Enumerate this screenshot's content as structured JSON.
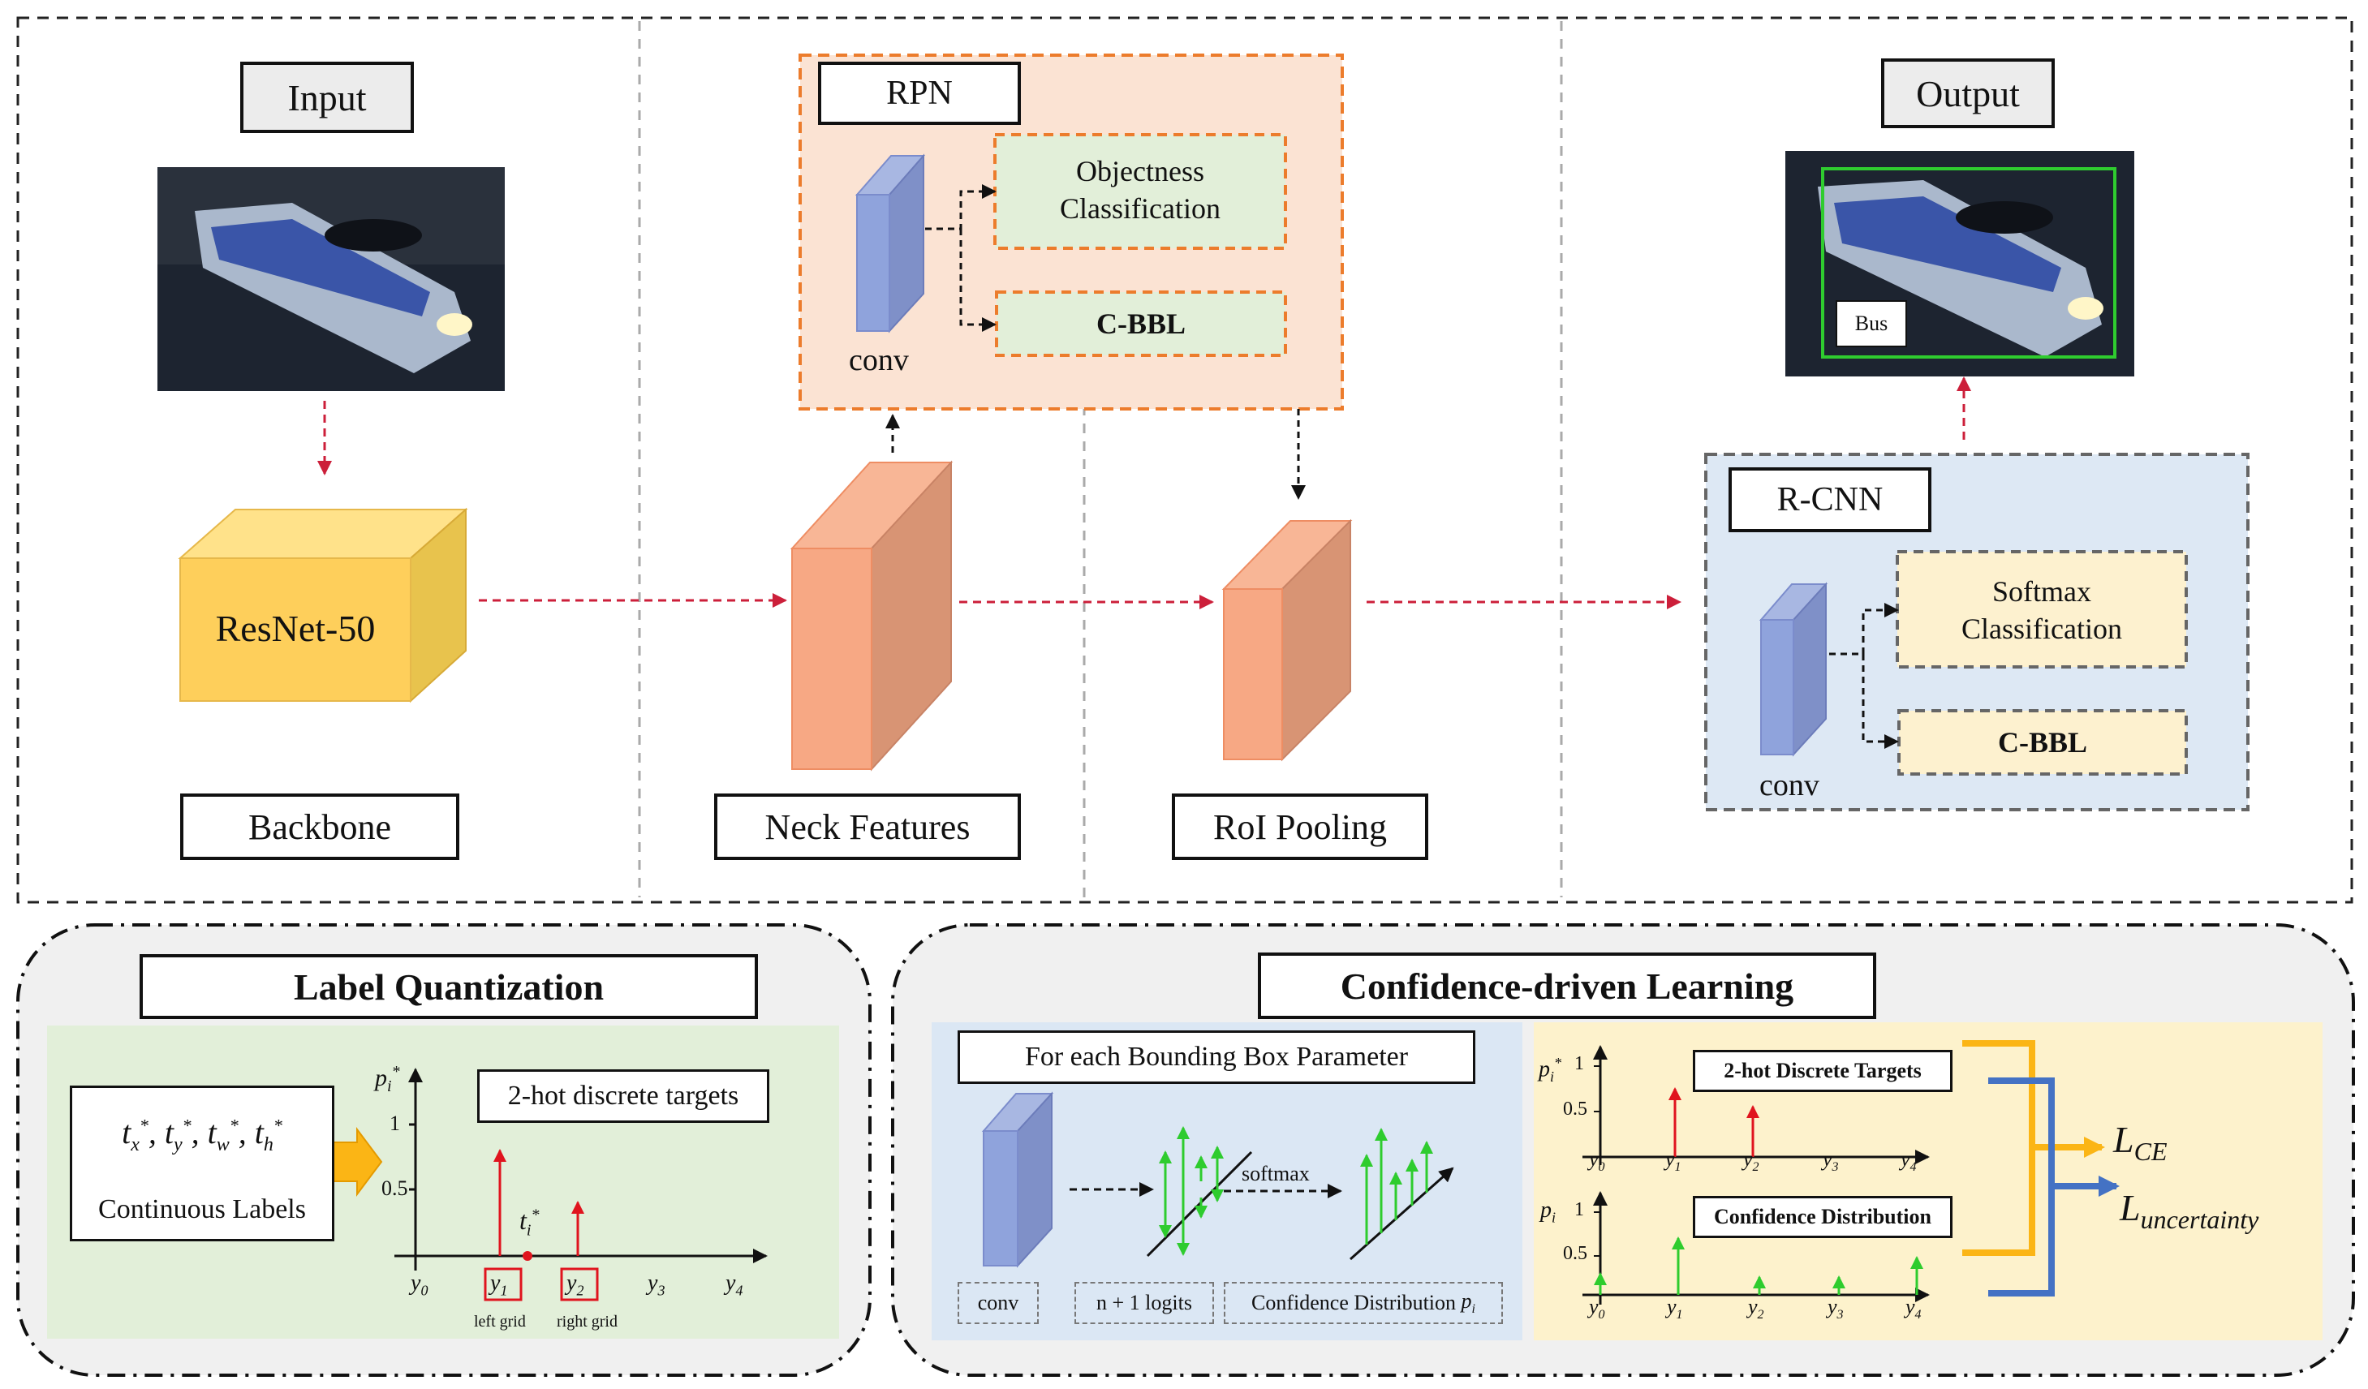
{
  "top": {
    "input_title": "Input",
    "output_title": "Output",
    "backbone_block": "ResNet-50",
    "backbone_label": "Backbone",
    "neck_label": "Neck Features",
    "roi_label": "RoI Pooling",
    "output_box_label": "Bus",
    "rpn": {
      "title": "RPN",
      "objectness_line1": "Objectness",
      "objectness_line2": "Classification",
      "cbbl": "C-BBL",
      "conv": "conv"
    },
    "rcnn": {
      "title": "R-CNN",
      "softmax_line1": "Softmax",
      "softmax_line2": "Classification",
      "cbbl": "C-BBL",
      "conv": "conv"
    }
  },
  "label_quantization": {
    "title": "Label Quantization",
    "targets_box": "2-hot discrete targets",
    "continuous_labels": "Continuous Labels",
    "left_grid": "left grid",
    "right_grid": "right grid",
    "ticks_y": [
      "1",
      "0.5"
    ]
  },
  "confidence": {
    "title": "Confidence-driven Learning",
    "for_each": "For each Bounding Box Parameter",
    "conv": "conv",
    "logits": "n + 1 logits",
    "softmax": "softmax",
    "conf_dist_caption": "Confidence Distribution",
    "chart1_title": "2-hot Discrete Targets",
    "chart2_title": "Confidence Distribution",
    "ticks_y": [
      "1",
      "0.5"
    ]
  },
  "colors": {
    "red_arrow": "#cc1f3a",
    "rpn_bg": "#fbe3d3",
    "rpn_border": "#ec7c2c",
    "green_box": "#e2efd9",
    "rcnn_bg": "#dde8f4",
    "yellow_box": "#fdf1cf",
    "lq_bg": "#e2efd9",
    "cdl_blue": "#dbe7f4",
    "cdl_yellow": "#fdf2cc",
    "orange_bracket": "#fbb515",
    "blue_bracket": "#4472c4"
  }
}
